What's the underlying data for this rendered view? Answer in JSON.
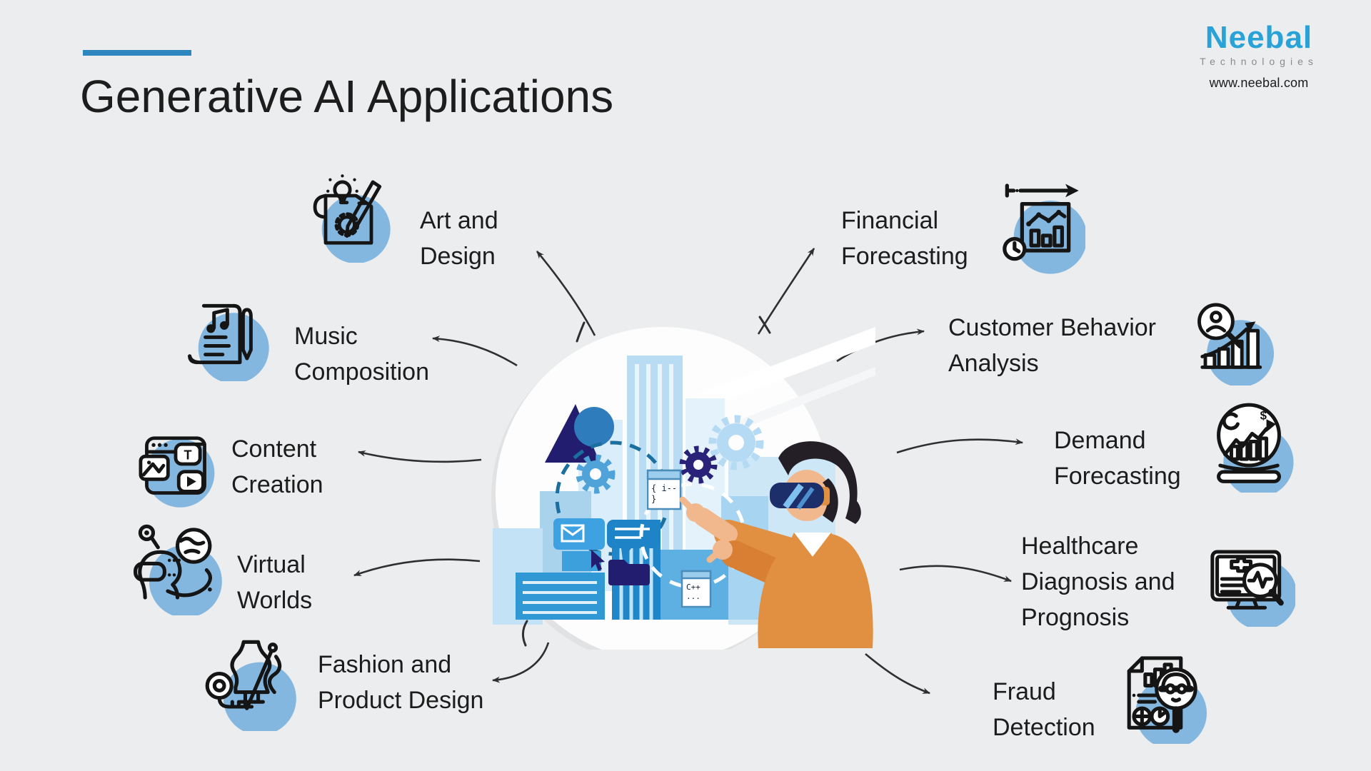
{
  "page": {
    "title": "Generative AI Applications",
    "background_color": "#ebedee",
    "accent_color": "#2e86c1",
    "icon_circle_color": "#84b7df",
    "text_color": "#1c1c1c"
  },
  "logo": {
    "name": "Neebal",
    "tagline": "Technologies",
    "website": "www.neebal.com",
    "color": "#29a2d8"
  },
  "items": [
    {
      "id": "art-design",
      "icon": "scroll-lightbulb-gear-pencil-icon",
      "lines": [
        "Art and",
        "Design"
      ]
    },
    {
      "id": "music-composition",
      "icon": "sheet-music-pen-icon",
      "lines": [
        "Music",
        "Composition"
      ]
    },
    {
      "id": "content-creation",
      "icon": "browser-text-video-icon",
      "lines": [
        "Content",
        "Creation"
      ]
    },
    {
      "id": "virtual-worlds",
      "icon": "vr-head-globe-orbit-icon",
      "lines": [
        "Virtual",
        "Worlds"
      ]
    },
    {
      "id": "fashion-product-design",
      "icon": "mannequin-tape-needle-icon",
      "lines": [
        "Fashion and",
        "Product Design"
      ]
    },
    {
      "id": "financial-forecasting",
      "icon": "chart-clock-forecast-arrow-icon",
      "lines": [
        "Financial",
        "Forecasting"
      ]
    },
    {
      "id": "customer-behavior-analysis",
      "icon": "person-magnifier-growth-chart-icon",
      "lines": [
        "Customer Behavior",
        "Analysis"
      ]
    },
    {
      "id": "demand-forecasting",
      "icon": "crystal-ball-trend-chart-icon",
      "lines": [
        "Demand",
        "Forecasting"
      ]
    },
    {
      "id": "healthcare-diagnosis-prognosis",
      "icon": "medical-monitor-pulse-magnifier-icon",
      "lines": [
        "Healthcare",
        "Diagnosis and",
        "Prognosis"
      ]
    },
    {
      "id": "fraud-detection",
      "icon": "report-magnifier-thief-icon",
      "lines": [
        "Fraud",
        "Detection"
      ]
    }
  ],
  "illustration": {
    "name": "person-wearing-vr-headset-pointing-at-smart-city",
    "code_window_1_line_1": "{ i--",
    "code_window_1_line_2": "}",
    "code_window_2_line_1": "C++",
    "code_window_2_line_2": "...",
    "icon_letter_t": "T",
    "dollar_sign": "$"
  }
}
